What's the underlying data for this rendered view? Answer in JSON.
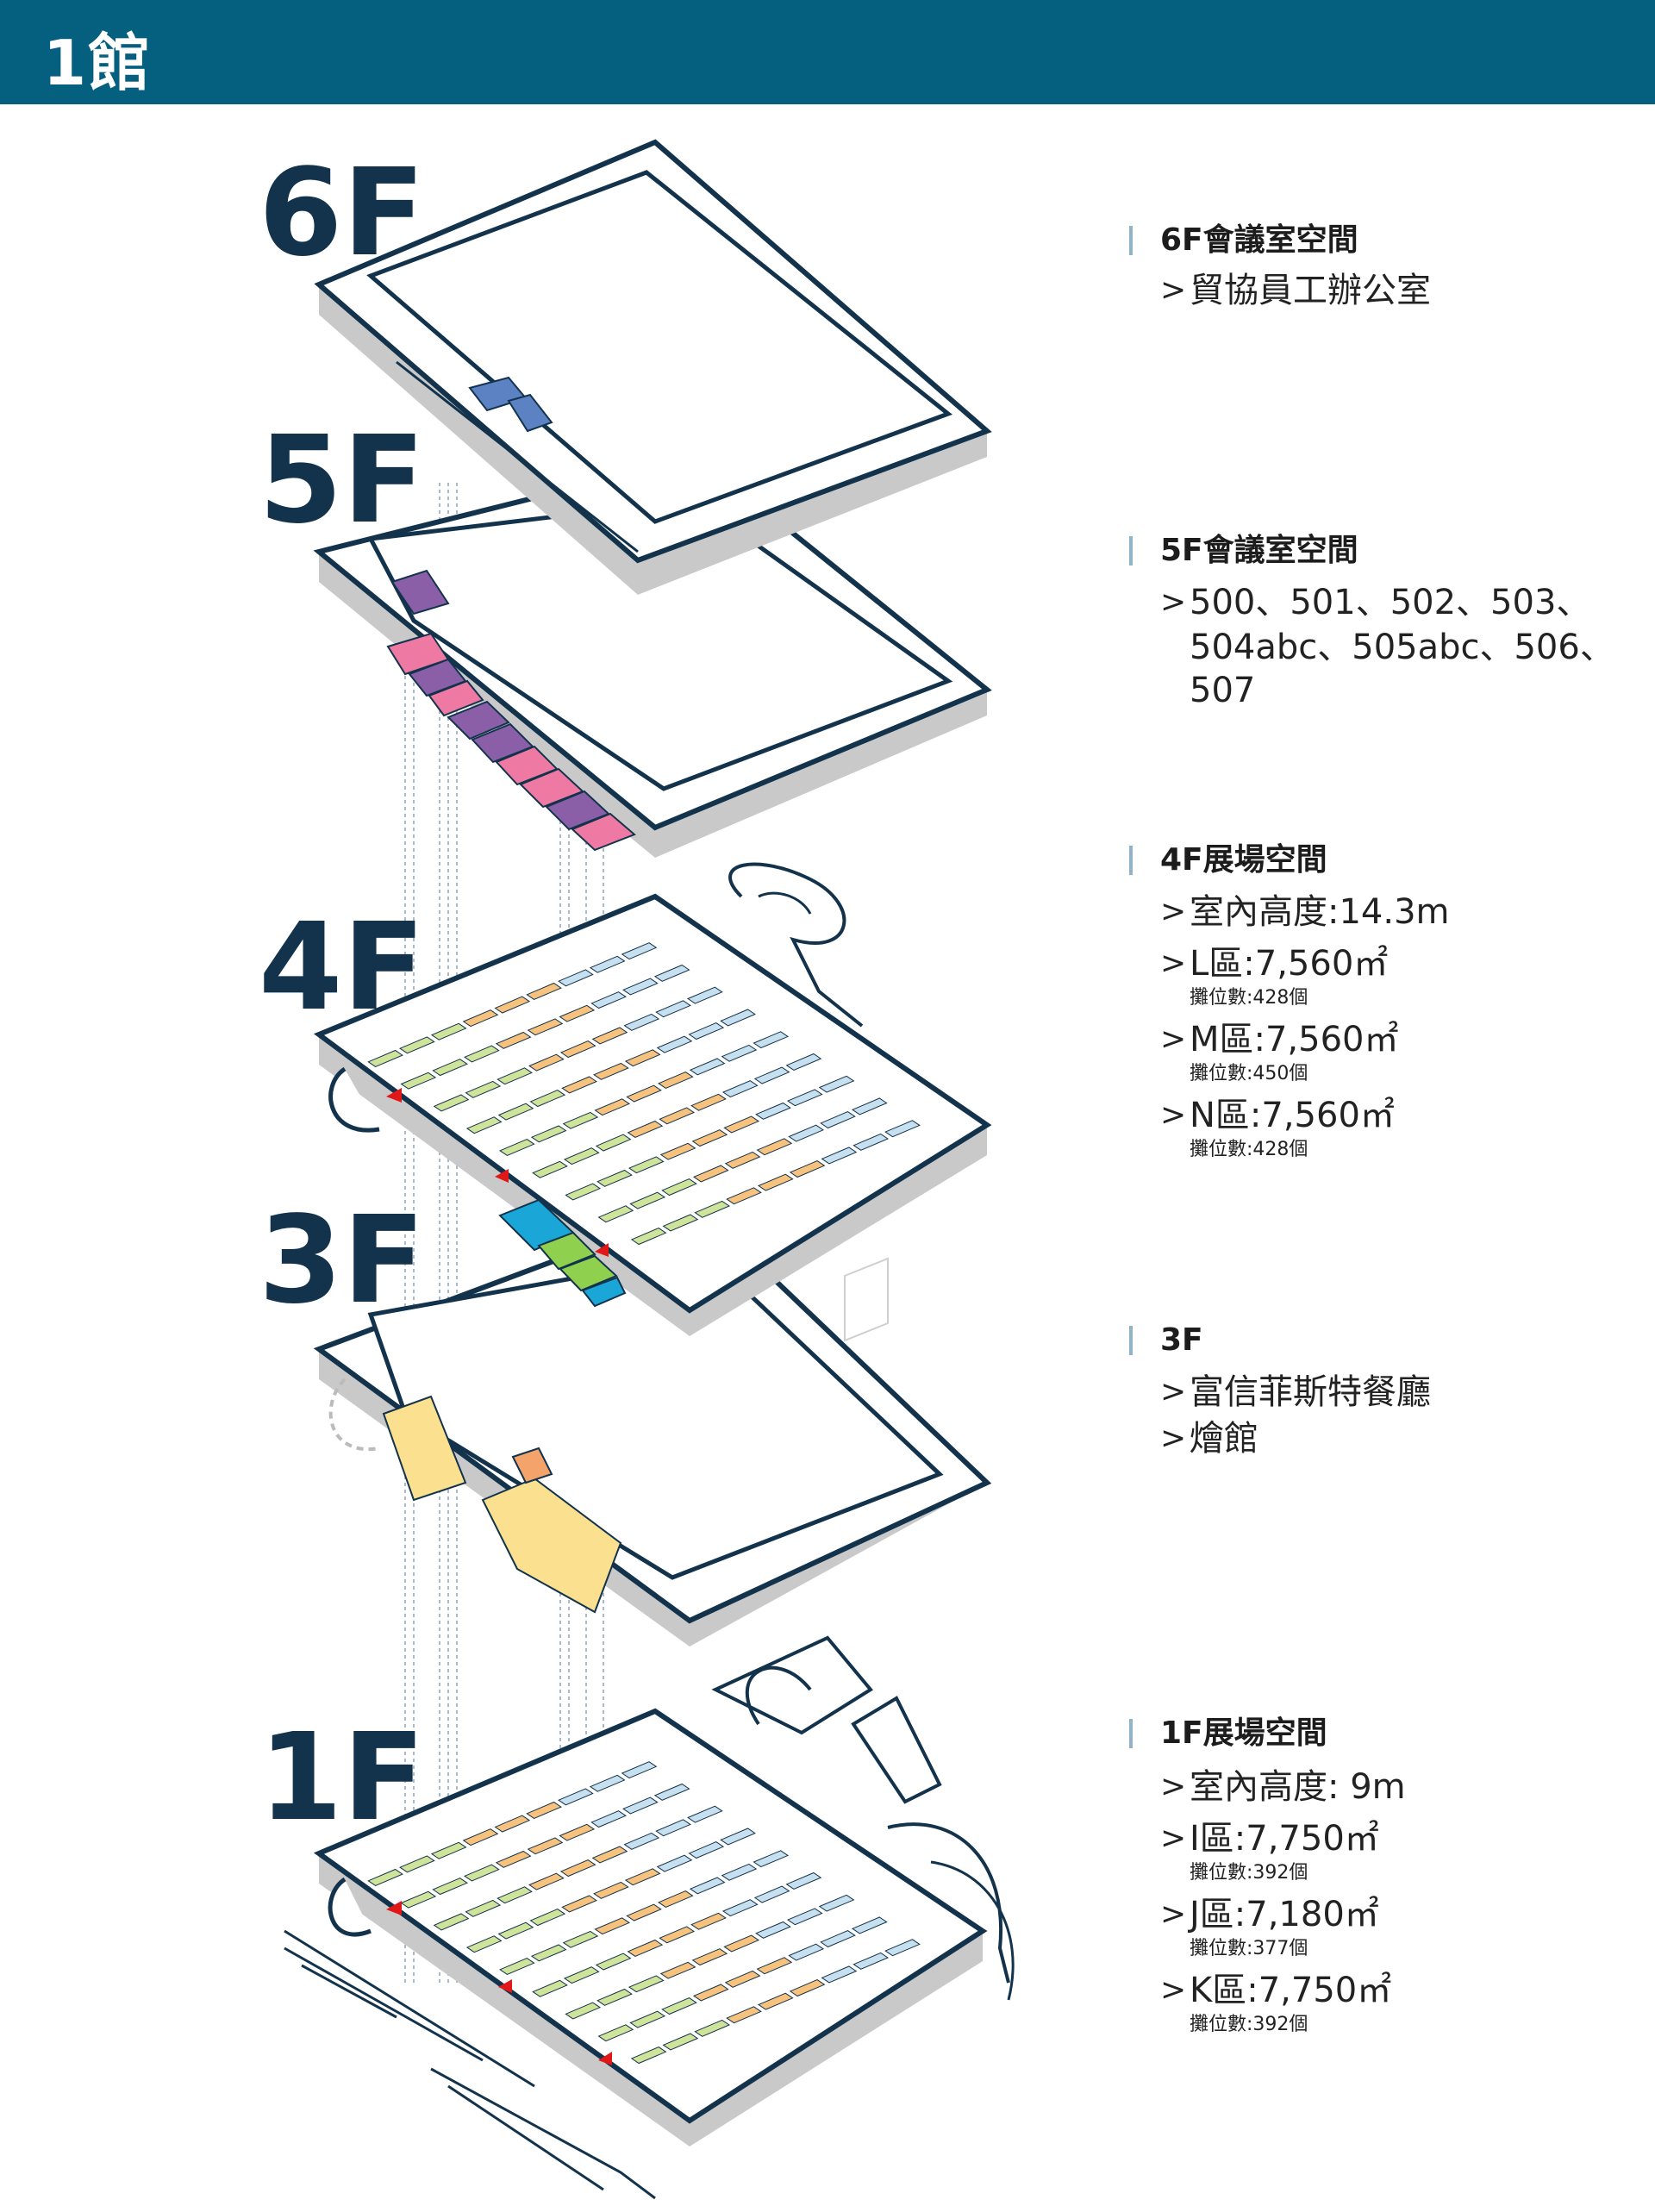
{
  "header": {
    "title": "1館",
    "bg_color": "#05607f"
  },
  "floors": {
    "f6": "6F",
    "f5": "5F",
    "f4": "4F",
    "f3": "3F",
    "f1": "1F"
  },
  "info": {
    "f6": {
      "title": "6F會議室空間",
      "items": [
        "貿協員工辦公室"
      ]
    },
    "f5": {
      "title": "5F會議室空間",
      "line1": "500、501、502、503、",
      "line2": "504abc、505abc、506、507"
    },
    "f4": {
      "title": "4F展場空間",
      "height": "室內高度:14.3m",
      "zones": [
        {
          "name": "L區:7,560㎡",
          "booths": "攤位數:428個"
        },
        {
          "name": "M區:7,560㎡",
          "booths": "攤位數:450個"
        },
        {
          "name": "N區:7,560㎡",
          "booths": "攤位數:428個"
        }
      ]
    },
    "f3": {
      "title": "3F",
      "items": [
        "富信菲斯特餐廳",
        "燴館"
      ]
    },
    "f1": {
      "title": "1F展場空間",
      "height": "室內高度: 9m",
      "zones": [
        {
          "name": "I區:7,750㎡",
          "booths": "攤位數:392個"
        },
        {
          "name": "J區:7,180㎡",
          "booths": "攤位數:377個"
        },
        {
          "name": "K區:7,750㎡",
          "booths": "攤位數:392個"
        }
      ]
    }
  },
  "colors": {
    "outline": "#13334c",
    "wall_side": "#c9c9c9",
    "zone_green": "#cfe49a",
    "zone_orange": "#f6c27d",
    "zone_blue": "#c7e0f0",
    "room_pink": "#ee7aa3",
    "room_purple": "#8a5fa8",
    "room_blue": "#5d82c4",
    "room_cyan": "#1aa6d6",
    "room_green": "#8fd14f",
    "room_yellow": "#fae08f",
    "room_orange": "#f4a46a",
    "stair_red": "#e01818"
  }
}
